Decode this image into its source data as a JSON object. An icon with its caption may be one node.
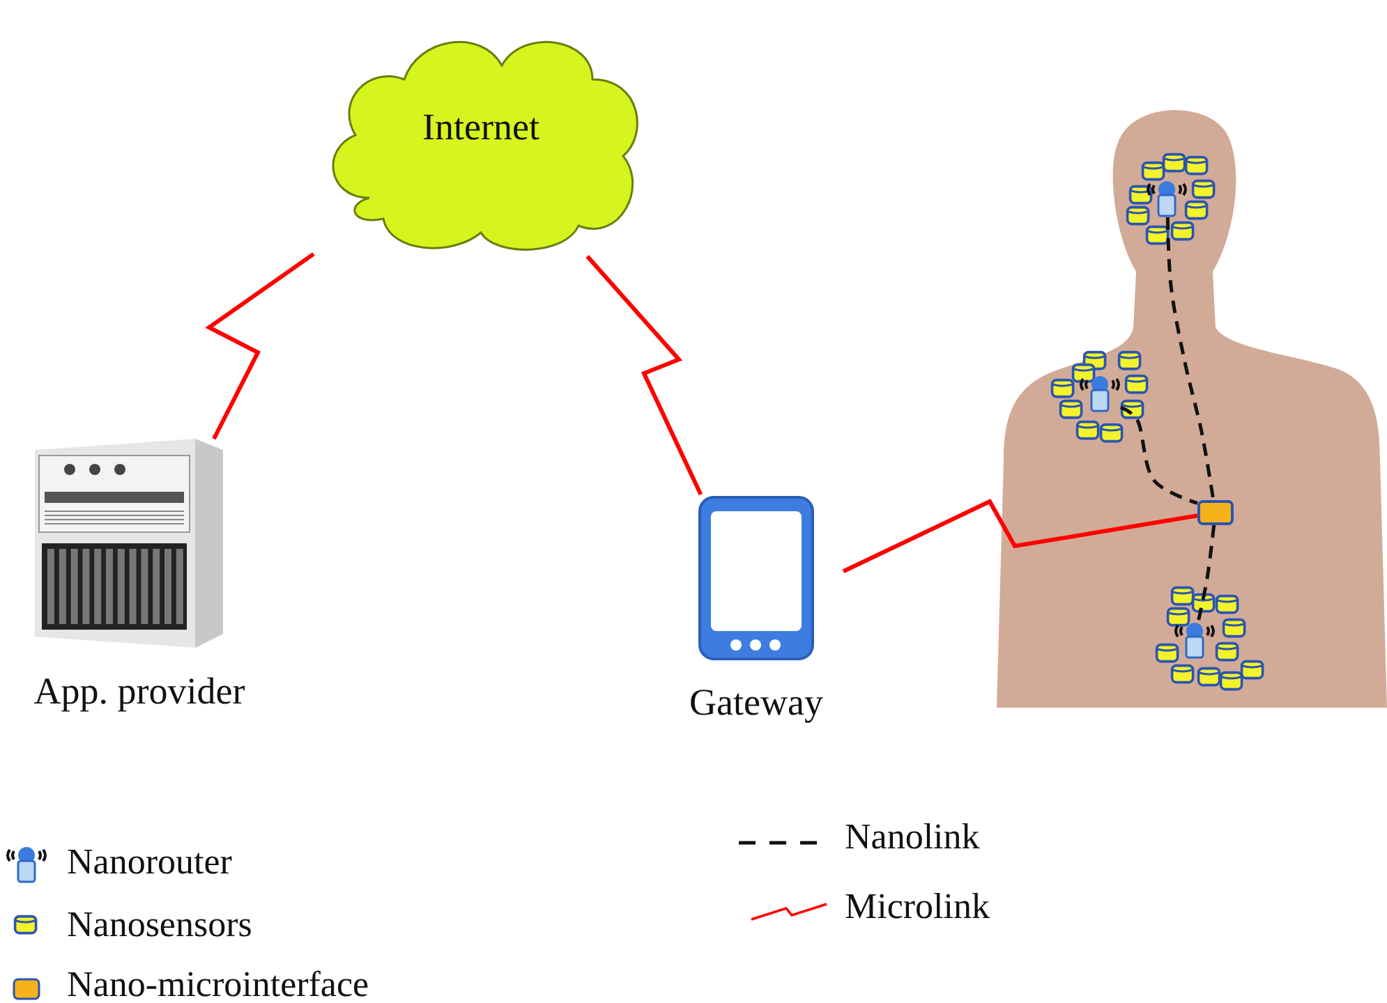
{
  "diagram": {
    "nodes": [
      {
        "text": [
          "Internet"
        ]
      },
      {
        "text": [
          "App. provider"
        ]
      },
      {
        "text": [
          "Gateway"
        ]
      },
      {
        "text": [],
        "shape": "person"
      },
      {
        "text": [],
        "shape": "picture",
        "in": 3
      },
      {
        "text": [],
        "shape": "picture",
        "in": 3
      },
      {
        "text": [],
        "shape": "box",
        "in": 3
      },
      {
        "text": [],
        "shape": "picture",
        "in": 3
      }
    ],
    "edges": [
      {
        "from": 0,
        "to": 1,
        "arrow": "none",
        "color": "#ff0000"
      },
      {
        "from": 0,
        "to": 2,
        "arrow": "none",
        "color": "#ff0000"
      },
      {
        "from": 2,
        "to": 6,
        "arrow": "none",
        "color": "#ff0000"
      },
      {
        "from": 4,
        "to": 6,
        "arrow": "none",
        "style": "dashed",
        "color": "#111111"
      },
      {
        "from": 5,
        "to": 6,
        "arrow": "none",
        "style": "dashed",
        "color": "#111111"
      },
      {
        "from": 6,
        "to": 7,
        "arrow": "none",
        "style": "dashed",
        "color": "#111111"
      }
    ],
    "legend": [
      {
        "text": "Nanorouter"
      },
      {
        "text": "Nanosensors"
      },
      {
        "text": "Nano-microinterface"
      },
      {
        "text": "Nanolink"
      },
      {
        "text": "Microlink"
      }
    ]
  }
}
